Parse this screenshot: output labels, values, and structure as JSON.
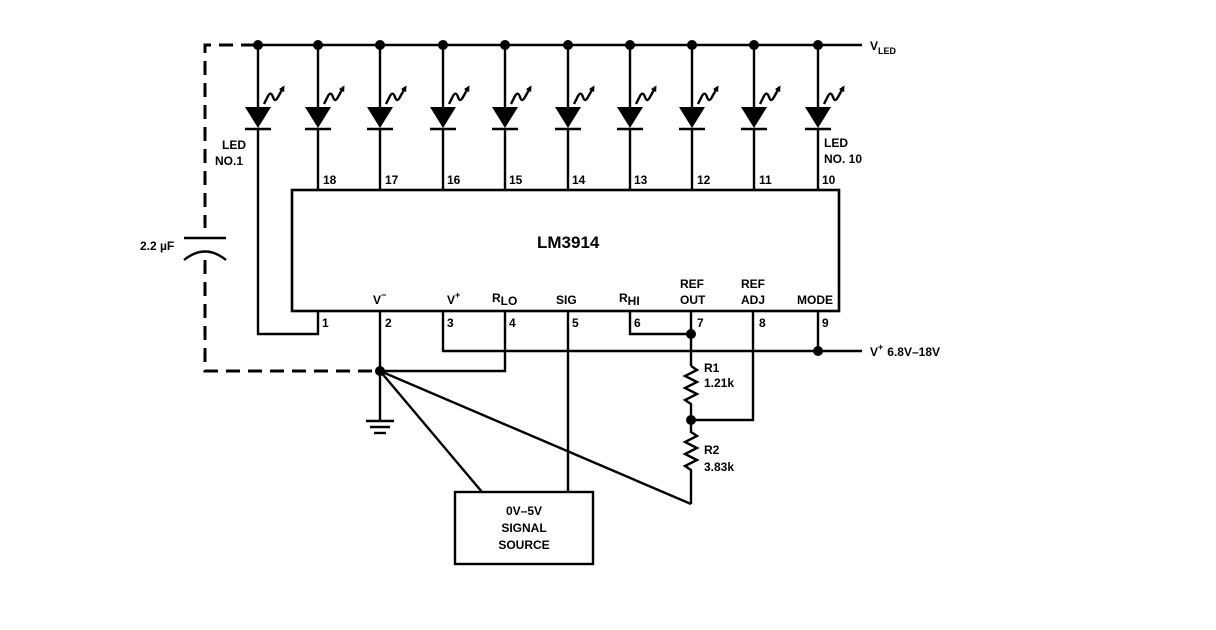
{
  "diagram": {
    "supply_led_label": {
      "main": "V",
      "sub": "LED"
    },
    "supply_label": {
      "main": "V",
      "sup": "+",
      "value": "6.8V–18V"
    },
    "capacitor_label": "2.2 µF",
    "chip": {
      "name": "LM3914",
      "top_pins": [
        "18",
        "17",
        "16",
        "15",
        "14",
        "13",
        "12",
        "11",
        "10"
      ],
      "bottom_pins": [
        "1",
        "2",
        "3",
        "4",
        "5",
        "6",
        "7",
        "8",
        "9"
      ],
      "bottom_pin_names": [
        {
          "main": "V",
          "sup": "−"
        },
        {
          "main": "V",
          "sup": "+"
        },
        {
          "main": "R",
          "sub": "LO"
        },
        {
          "main": "SIG"
        },
        {
          "main": "R",
          "sub": "HI"
        },
        {
          "main": "REF",
          "line2": "OUT"
        },
        {
          "main": "REF",
          "line2": "ADJ"
        },
        {
          "main": "MODE"
        }
      ]
    },
    "led_first": {
      "line1": "LED",
      "line2": "NO.1"
    },
    "led_last": {
      "line1": "LED",
      "line2": "NO. 10"
    },
    "r1": {
      "name": "R1",
      "value": "1.21k"
    },
    "r2": {
      "name": "R2",
      "value": "3.83k"
    },
    "signal_source": [
      "0V–5V",
      "SIGNAL",
      "SOURCE"
    ]
  }
}
